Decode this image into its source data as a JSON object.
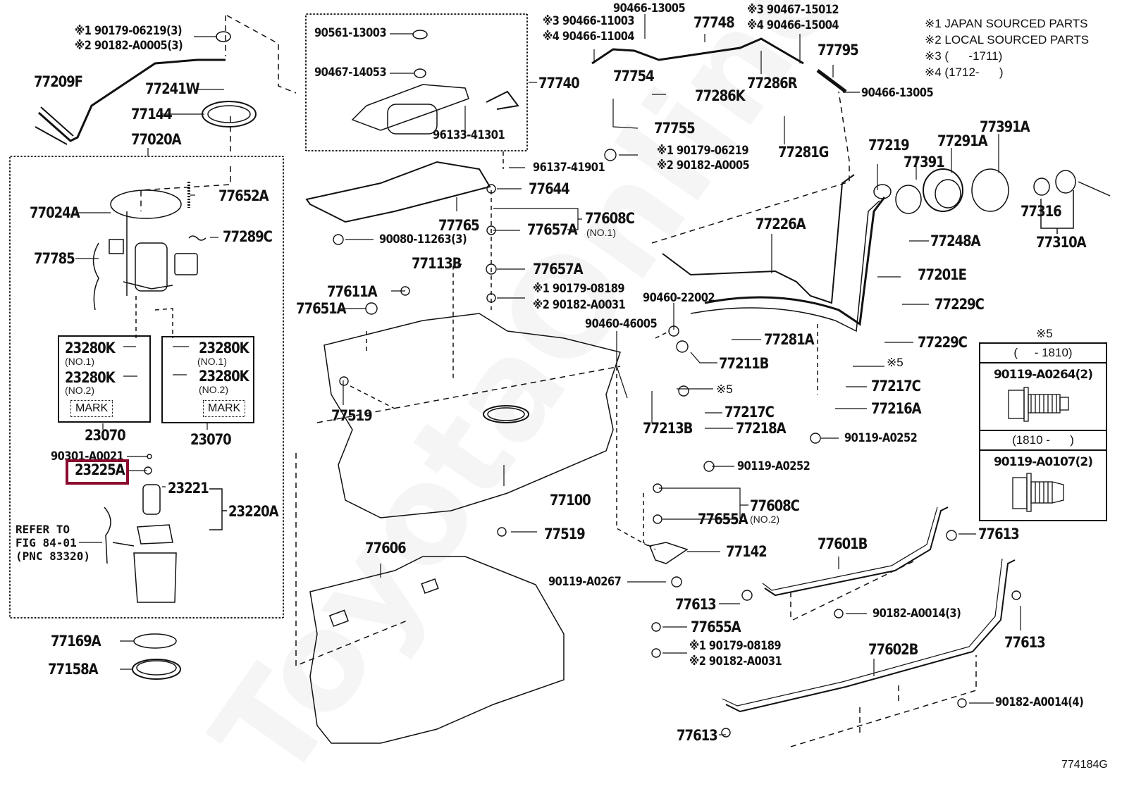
{
  "diagram_id": "774184G",
  "watermark": "ToyotaOnline.ru",
  "legend": {
    "n1": "※1 JAPAN SOURCED PARTS",
    "n2": "※2 LOCAL SOURCED PARTS",
    "n3": "※3 (      -1711)",
    "n4": "※4 (1712-      )"
  },
  "highlighted_part": "23225A",
  "refer_note": "REFER TO\nFIG 84-01\n(PNC 83320)",
  "mark_label": "MARK",
  "bolt_table": {
    "title": "※5",
    "rows": [
      {
        "period": "(     - 1810)",
        "part": "90119-A0264(2)"
      },
      {
        "period": "(1810 -      )",
        "part": "90119-A0107(2)"
      }
    ]
  },
  "labels": {
    "p9017906219_3": "※1 90179-06219(3)",
    "p90182A0005_3": "※2 90182-A0005(3)",
    "p77209F": "77209F",
    "p77241W": "77241W",
    "p77144": "77144",
    "p77020A": "77020A",
    "p77024A": "77024A",
    "p77652A": "77652A",
    "p77289C": "77289C",
    "p77785": "77785",
    "p23280K_a1": "23280K",
    "p23280K_a1_sub": "(NO.1)",
    "p23280K_a2": "23280K",
    "p23280K_a2_sub": "(NO.2)",
    "p23280K_b1": "23280K",
    "p23280K_b1_sub": "(NO.1)",
    "p23280K_b2": "23280K",
    "p23280K_b2_sub": "(NO.2)",
    "p23070_a": "23070",
    "p23070_b": "23070",
    "p90301A0021": "90301-A0021",
    "p23225A": "23225A",
    "p23221": "23221",
    "p23220A": "23220A",
    "p77169A": "77169A",
    "p77158A": "77158A",
    "p90561_13003": "90561-13003",
    "p90467_14053": "90467-14053",
    "p77740": "77740",
    "p96133_41301": "96133-41301",
    "p96137_41901": "96137-41901",
    "p77644": "77644",
    "p77765": "77765",
    "p90080_11263": "90080-11263(3)",
    "p77608C_1": "77608C",
    "p77608C_1_sub": "(NO.1)",
    "p77657A_1": "77657A",
    "p77657A_2": "77657A",
    "p90179_08189_a": "※1 90179-08189",
    "p90182_A0031_a": "※2 90182-A0031",
    "p77113B": "77113B",
    "p77611A": "77611A",
    "p77651A": "77651A",
    "p77519_a": "77519",
    "p77519_b": "77519",
    "p77100": "77100",
    "p77606": "77606",
    "p90466_13005_a": "90466-13005",
    "p90466_11003": "※3 90466-11003",
    "p90466_11004": "※4 90466-11004",
    "p77748": "77748",
    "p90467_15012": "※3 90467-15012",
    "p90466_15004": "※4 90466-15004",
    "p77795": "77795",
    "p77754": "77754",
    "p77286K": "77286K",
    "p77286R": "77286R",
    "p90466_13005_b": "90466-13005",
    "p77755": "77755",
    "p90179_06219": "※1 90179-06219",
    "p90182_A0005": "※2 90182-A0005",
    "p77281G": "77281G",
    "p77219": "77219",
    "p77291A": "77291A",
    "p77391A": "77391A",
    "p77391": "77391",
    "p77316": "77316",
    "p77310A": "77310A",
    "p77226A": "77226A",
    "p77248A": "77248A",
    "p77201E": "77201E",
    "p77229C_a": "77229C",
    "p77229C_b": "77229C",
    "p90460_22002": "90460-22002",
    "p90460_46005": "90460-46005",
    "p77281A": "77281A",
    "p77211B": "77211B",
    "p5_a": "※5",
    "p5_b": "※5",
    "p77217C_a": "77217C",
    "p77217C_b": "77217C",
    "p77216A": "77216A",
    "p77213B": "77213B",
    "p77218A": "77218A",
    "p90119_A0252_a": "90119-A0252",
    "p90119_A0252_b": "90119-A0252",
    "p77608C_2": "77608C",
    "p77608C_2_sub": "(NO.2)",
    "p77655A_1": "77655A",
    "p77655A_2": "77655A",
    "p77142": "77142",
    "p90119_A0267": "90119-A0267",
    "p77613_a": "77613",
    "p77613_b": "77613",
    "p77613_c": "77613",
    "p77613_d": "77613",
    "p90179_08189_b": "※1 90179-08189",
    "p90182_A0031_b": "※2 90182-A0031",
    "p77601B": "77601B",
    "p77602B": "77602B",
    "p90182_A0014_3": "90182-A0014(3)",
    "p90182_A0014_4": "90182-A0014(4)"
  }
}
